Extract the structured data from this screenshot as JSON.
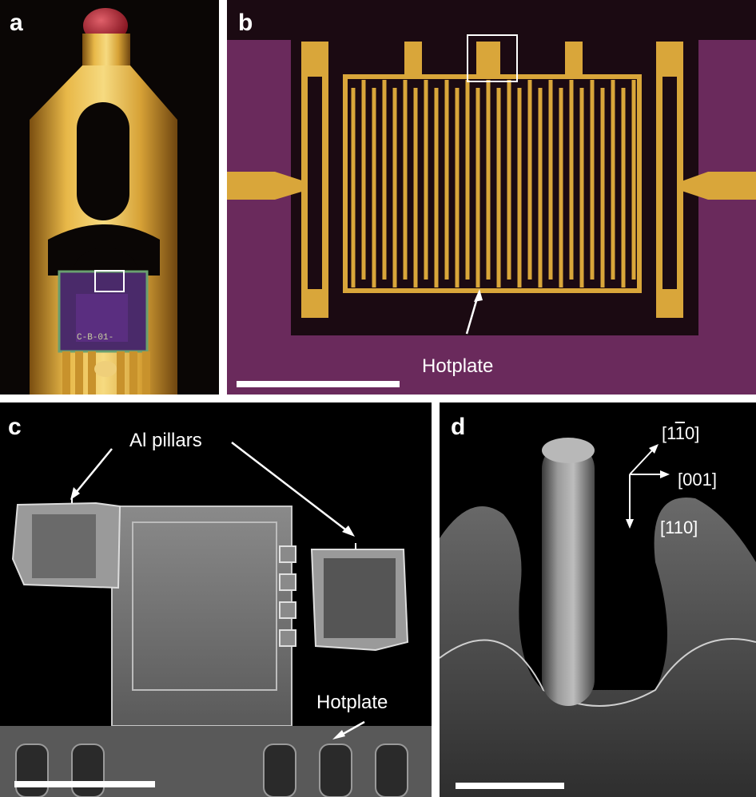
{
  "panels": {
    "a": {
      "label": "a",
      "chip_text": "C-B-01-"
    },
    "b": {
      "label": "b",
      "annotation": "Hotplate"
    },
    "c": {
      "label": "c",
      "annotation_pillars": "Al pillars",
      "annotation_hotplate": "Hotplate"
    },
    "d": {
      "label": "d",
      "axis_1_prefix": "[1",
      "axis_1_bar": "1",
      "axis_1_suffix": "0]",
      "axis_2": "[001]",
      "axis_3": "[110]"
    }
  },
  "colors": {
    "gold": "#d9a63a",
    "purple": "#6a2a5c",
    "sem_gray": "#7a7a7a",
    "label": "#ffffff"
  }
}
